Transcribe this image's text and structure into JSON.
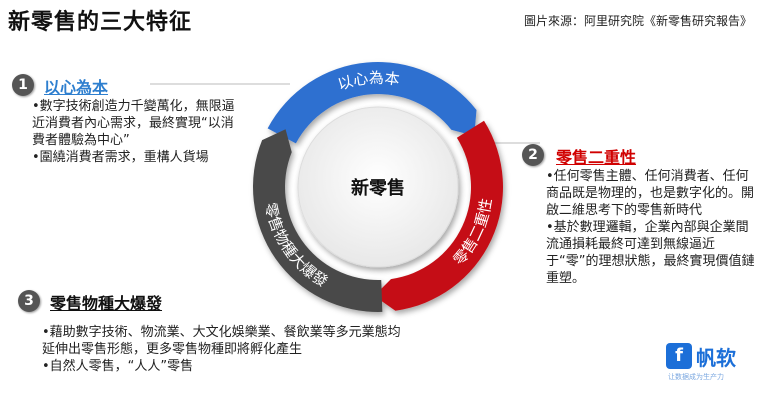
{
  "title": "新零售的三大特征",
  "source": "圖片來源：阿里研究院《新零售研究報告》",
  "center_label": "新零售",
  "ring": {
    "top": "以心為本",
    "right": "零售二重性",
    "left": "零售物種大爆發"
  },
  "pillars": [
    {
      "number": "1",
      "heading": "以心為本",
      "color": "#2e7fcf",
      "bullets": [
        "•數字技術創造力千變萬化，無限逼近消費者內心需求，最終實現“以消費者體驗為中心”",
        "•圍繞消費者需求，重構人貨場"
      ]
    },
    {
      "number": "2",
      "heading": "零售二重性",
      "color": "#d00000",
      "bullets": [
        "•任何零售主體、任何消費者、任何商品既是物理的，也是數字化的。開啟二維思考下的零售新時代",
        "•基於數理邏輯，企業內部與企業間流通損耗最終可達到無線逼近于“零”的理想狀態，最終實現價值鏈重塑。"
      ]
    },
    {
      "number": "3",
      "heading": "零售物種大爆發",
      "color": "#111111",
      "bullets": [
        "•藉助數字技術、物流業、大文化娛樂業、餐飲業等多元業態均延伸出零售形態，更多零售物種即將孵化產生",
        "•自然人零售，“人人”零售"
      ]
    }
  ],
  "colors": {
    "ring_blue": "#2f6fd0",
    "ring_red": "#c51014",
    "ring_gray": "#4a4a4a",
    "badge": "#555555"
  },
  "logo": {
    "mark": "f",
    "text": "帆软",
    "slogan": "让数据成为生产力"
  }
}
